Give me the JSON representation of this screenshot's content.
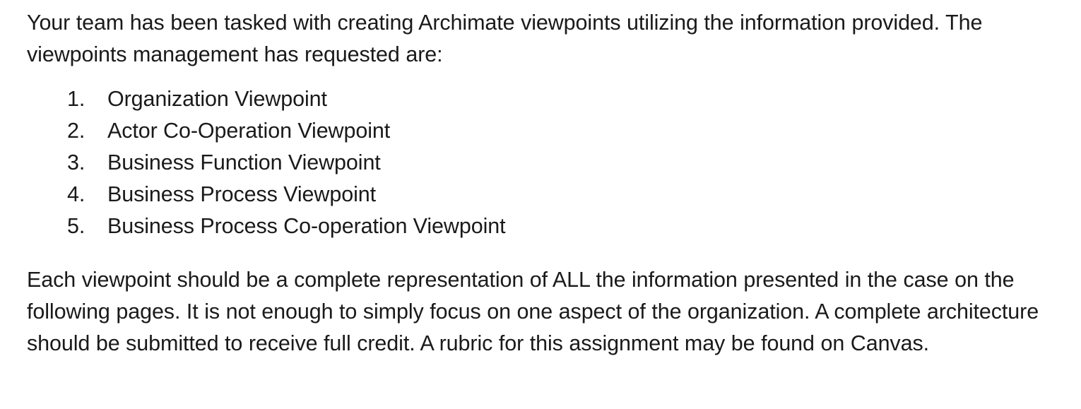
{
  "document": {
    "intro_paragraph": "Your team has been tasked with creating Archimate viewpoints utilizing the information provided. The viewpoints management has requested are:",
    "list": {
      "items": [
        {
          "marker": "1.",
          "label": "Organization Viewpoint"
        },
        {
          "marker": "2.",
          "label": "Actor Co-Operation Viewpoint"
        },
        {
          "marker": "3.",
          "label": "Business Function Viewpoint"
        },
        {
          "marker": "4.",
          "label": "Business Process Viewpoint"
        },
        {
          "marker": "5.",
          "label": "Business Process Co-operation Viewpoint"
        }
      ]
    },
    "closing_paragraph": "Each viewpoint should be a complete representation of ALL the information presented in the case on the following pages. It is not enough to simply focus on one aspect of the organization. A complete architecture should be submitted to receive full credit. A rubric for this assignment may be found on Canvas."
  },
  "style": {
    "text_color": "#1a1a1a",
    "background_color": "#ffffff"
  }
}
